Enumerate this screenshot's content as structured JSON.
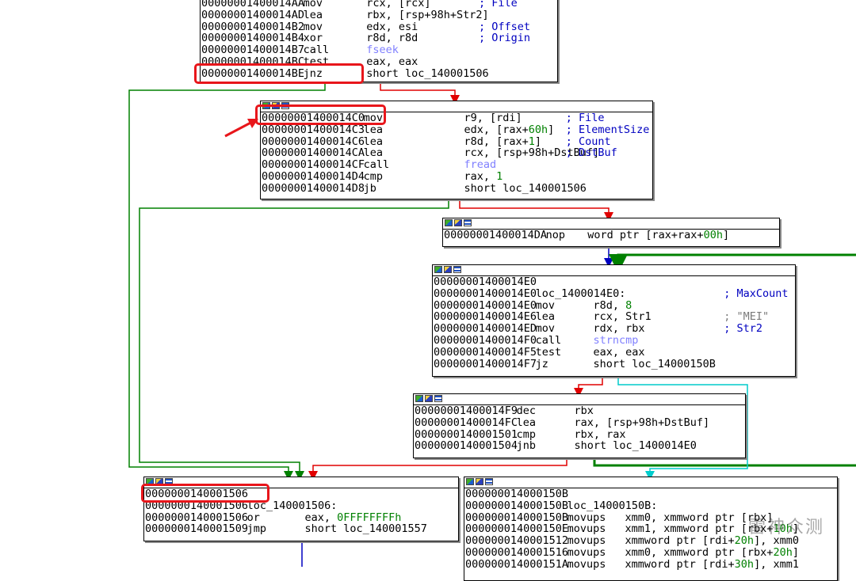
{
  "nodes": {
    "n1": {
      "lines": [
        {
          "addr": "00000001400014AA",
          "mn": "mov",
          "op": "rcx, [rcx]",
          "cmt": "; File"
        },
        {
          "addr": "00000001400014AD",
          "mn": "lea",
          "op": "rbx, [rsp+98h+Str2]"
        },
        {
          "addr": "00000001400014B2",
          "mn": "mov",
          "op": "edx, esi",
          "cmt": "; Offset"
        },
        {
          "addr": "00000001400014B4",
          "mn": "xor",
          "op": "r8d, r8d",
          "cmt": "; Origin"
        },
        {
          "addr": "00000001400014B7",
          "mn": "call",
          "op": "fseek"
        },
        {
          "addr": "00000001400014BC",
          "mn": "test",
          "op": "eax, eax"
        },
        {
          "addr": "00000001400014BE",
          "mn": "jnz",
          "op": "short loc_140001506"
        }
      ]
    },
    "n2": {
      "lines": [
        {
          "addr": "00000001400014C0",
          "mn": "mov",
          "op": "r9, [rdi]",
          "cmt": "; File"
        },
        {
          "addr": "00000001400014C3",
          "mn": "lea",
          "op": "edx, [rax+60h]",
          "cmt": "; ElementSize"
        },
        {
          "addr": "00000001400014C6",
          "mn": "lea",
          "op": "r8d, [rax+1]",
          "cmt": "; Count"
        },
        {
          "addr": "00000001400014CA",
          "mn": "lea",
          "op": "rcx, [rsp+98h+DstBuf]",
          "cmt": "; DstBuf"
        },
        {
          "addr": "00000001400014CF",
          "mn": "call",
          "op": "fread"
        },
        {
          "addr": "00000001400014D4",
          "mn": "cmp",
          "op": "rax, 1"
        },
        {
          "addr": "00000001400014D8",
          "mn": "jb",
          "op": "short loc_140001506"
        }
      ]
    },
    "n3": {
      "lines": [
        {
          "addr": "00000001400014DA",
          "mn": "nop",
          "op": "word ptr [rax+rax+00h]"
        }
      ]
    },
    "n4": {
      "lines": [
        {
          "addr": "00000001400014E0",
          "mn": "",
          "op": ""
        },
        {
          "addr": "00000001400014E0",
          "mn": "loc_1400014E0:",
          "op": "",
          "cmt": "; MaxCount"
        },
        {
          "addr": "00000001400014E0",
          "mn": "mov",
          "op": "r8d, 8"
        },
        {
          "addr": "00000001400014E6",
          "mn": "lea",
          "op": "rcx, Str1",
          "cmt": "; \"MEI\""
        },
        {
          "addr": "00000001400014ED",
          "mn": "mov",
          "op": "rdx, rbx",
          "cmt": "; Str2"
        },
        {
          "addr": "00000001400014F0",
          "mn": "call",
          "op": "strncmp"
        },
        {
          "addr": "00000001400014F5",
          "mn": "test",
          "op": "eax, eax"
        },
        {
          "addr": "00000001400014F7",
          "mn": "jz",
          "op": "short loc_14000150B"
        }
      ]
    },
    "n5": {
      "lines": [
        {
          "addr": "00000001400014F9",
          "mn": "dec",
          "op": "rbx"
        },
        {
          "addr": "00000001400014FC",
          "mn": "lea",
          "op": "rax, [rsp+98h+DstBuf]"
        },
        {
          "addr": "0000000140001501",
          "mn": "cmp",
          "op": "rbx, rax"
        },
        {
          "addr": "0000000140001504",
          "mn": "jnb",
          "op": "short loc_1400014E0"
        }
      ]
    },
    "n6": {
      "lines": [
        {
          "addr": "0000000140001506",
          "mn": "",
          "op": ""
        },
        {
          "addr": "0000000140001506",
          "mn": "loc_140001506:",
          "op": ""
        },
        {
          "addr": "0000000140001506",
          "mn": "or",
          "op": "eax, 0FFFFFFFFh"
        },
        {
          "addr": "0000000140001509",
          "mn": "jmp",
          "op": "short loc_140001557"
        }
      ]
    },
    "n7": {
      "lines": [
        {
          "addr": "000000014000150B",
          "mn": "",
          "op": ""
        },
        {
          "addr": "000000014000150B",
          "mn": "loc_14000150B:",
          "op": ""
        },
        {
          "addr": "000000014000150B",
          "mn": "movups",
          "op": "xmm0, xmmword ptr [rbx]"
        },
        {
          "addr": "000000014000150E",
          "mn": "movups",
          "op": "xmm1, xmmword ptr [rbx+10h]"
        },
        {
          "addr": "0000000140001512",
          "mn": "movups",
          "op": "xmmword ptr [rdi+20h], xmm0"
        },
        {
          "addr": "0000000140001516",
          "mn": "movups",
          "op": "xmm0, xmmword ptr [rbx+20h]"
        },
        {
          "addr": "000000014000151A",
          "mn": "movups",
          "op": "xmmword ptr [rdi+30h], xmm1"
        }
      ]
    }
  },
  "watermark": "雷神众测",
  "colors": {
    "jump_true": "#008000",
    "jump_false": "#e00000",
    "jump_uncond": "#0000c0",
    "loop_back": "#00cccc",
    "highlight": "#e8161b"
  }
}
